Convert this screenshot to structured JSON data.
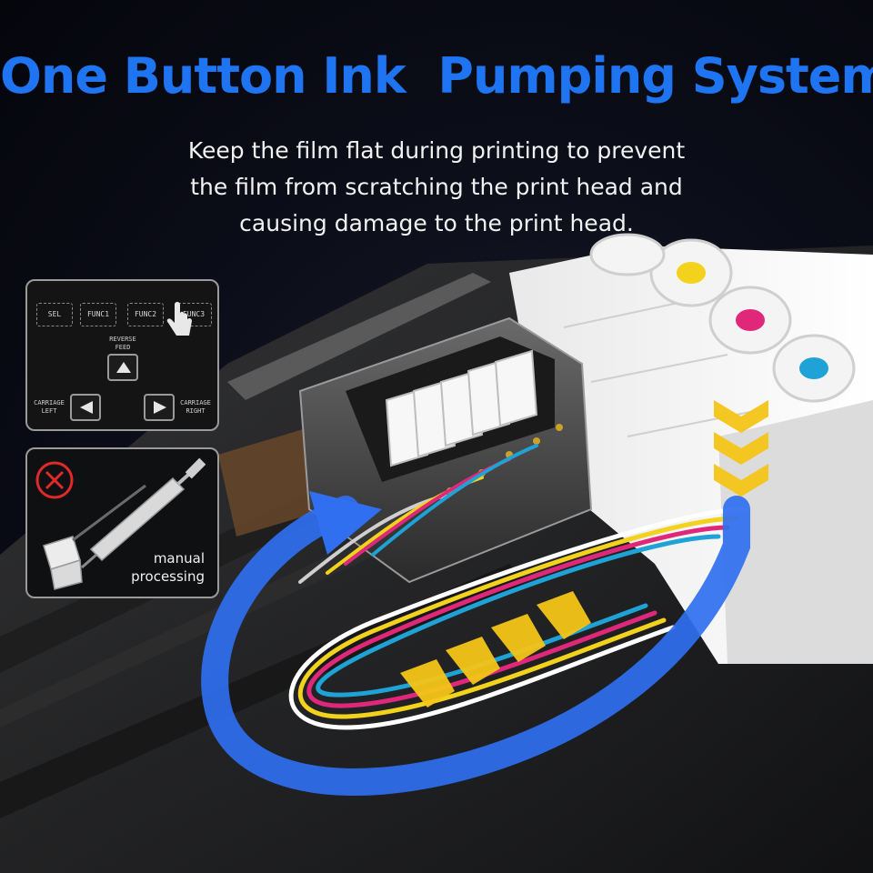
{
  "title": "One Button Ink  Pumping System",
  "subtitle_lines": [
    "Keep the film flat during printing to prevent",
    "the film from scratching the print head and",
    "causing damage to the print head."
  ],
  "control_panel": {
    "buttons": [
      "SEL",
      "FUNC1",
      "FUNC2",
      "FUNC3"
    ],
    "reverse_feed": [
      "REVERSE",
      "FEED"
    ],
    "carriage_left": [
      "CARRIAGE",
      "LEFT"
    ],
    "carriage_right": [
      "CARRIAGE",
      "RIGHT"
    ]
  },
  "manual_panel": {
    "label_lines": [
      "manual",
      "processing"
    ]
  },
  "colors": {
    "title": "#1f74f2",
    "flow_arrow": "#2f6ff0",
    "chevron": "#f5c518",
    "ink_cyan": "#1fa2d6",
    "ink_magenta": "#e0287a",
    "ink_yellow": "#f2d21c",
    "cross": "#e02a2a"
  },
  "icons": [
    "tap-hand-icon",
    "prohibited-cross-icon",
    "syringe-icon",
    "damper-icon"
  ]
}
